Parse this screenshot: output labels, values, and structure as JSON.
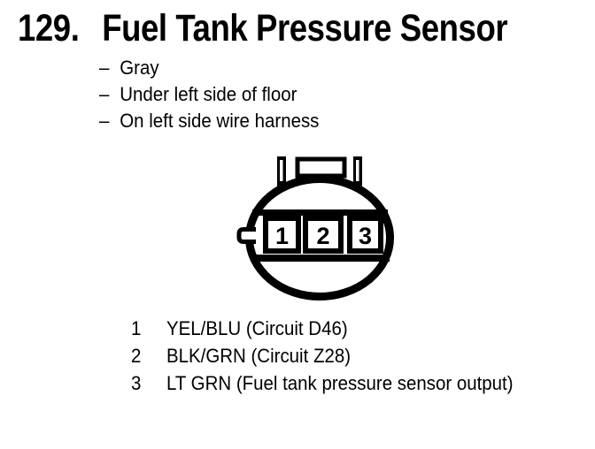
{
  "page": {
    "background": "#ffffff",
    "ink": "#000000"
  },
  "heading": {
    "number": "129.",
    "title": "Fuel Tank Pressure Sensor"
  },
  "bullet_char": "–",
  "attributes": [
    {
      "label": "Gray"
    },
    {
      "label": "Under left side of floor"
    },
    {
      "label": "On left side wire harness"
    }
  ],
  "connector": {
    "type": "round 3-pin connector face",
    "pins": [
      "1",
      "2",
      "3"
    ]
  },
  "pin_list": [
    {
      "pin": "1",
      "description": "YEL/BLU (Circuit D46)"
    },
    {
      "pin": "2",
      "description": "BLK/GRN (Circuit Z28)"
    },
    {
      "pin": "3",
      "description": "LT GRN (Fuel tank pressure sensor output)"
    }
  ]
}
